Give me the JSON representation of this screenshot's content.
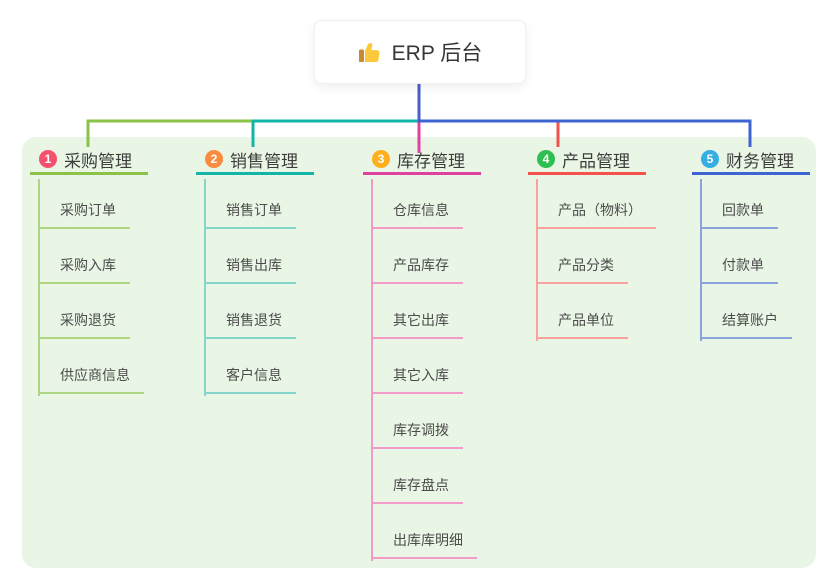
{
  "root": {
    "label": "ERP 后台",
    "icon": "thumbs-up-icon"
  },
  "canvas": {
    "panel_background": "#EAF6E5",
    "stem_color": "#4A5EC8"
  },
  "branches": [
    {
      "index": "1",
      "label": "采购管理",
      "badge_color": "#F4516C",
      "line_color": "#8BC34A",
      "child_line_color": "#AED581",
      "children": [
        "采购订单",
        "采购入库",
        "采购退货",
        "供应商信息"
      ]
    },
    {
      "index": "2",
      "label": "销售管理",
      "badge_color": "#FB8C3F",
      "line_color": "#13B5A6",
      "child_line_color": "#85D6CA",
      "children": [
        "销售订单",
        "销售出库",
        "销售退货",
        "客户信息"
      ]
    },
    {
      "index": "3",
      "label": "库存管理",
      "badge_color": "#FFAF1B",
      "line_color": "#E0409F",
      "child_line_color": "#F29BC6",
      "children": [
        "仓库信息",
        "产品库存",
        "其它出库",
        "其它入库",
        "库存调拨",
        "库存盘点",
        "出库库明细"
      ]
    },
    {
      "index": "4",
      "label": "产品管理",
      "badge_color": "#2FBE51",
      "line_color": "#F4524E",
      "child_line_color": "#F9A19E",
      "children": [
        "产品（物料）",
        "产品分类",
        "产品单位"
      ]
    },
    {
      "index": "5",
      "label": "财务管理",
      "badge_color": "#35AEE4",
      "line_color": "#3D64D2",
      "child_line_color": "#8CA2DC",
      "children": [
        "回款单",
        "付款单",
        "结算账户"
      ]
    }
  ]
}
